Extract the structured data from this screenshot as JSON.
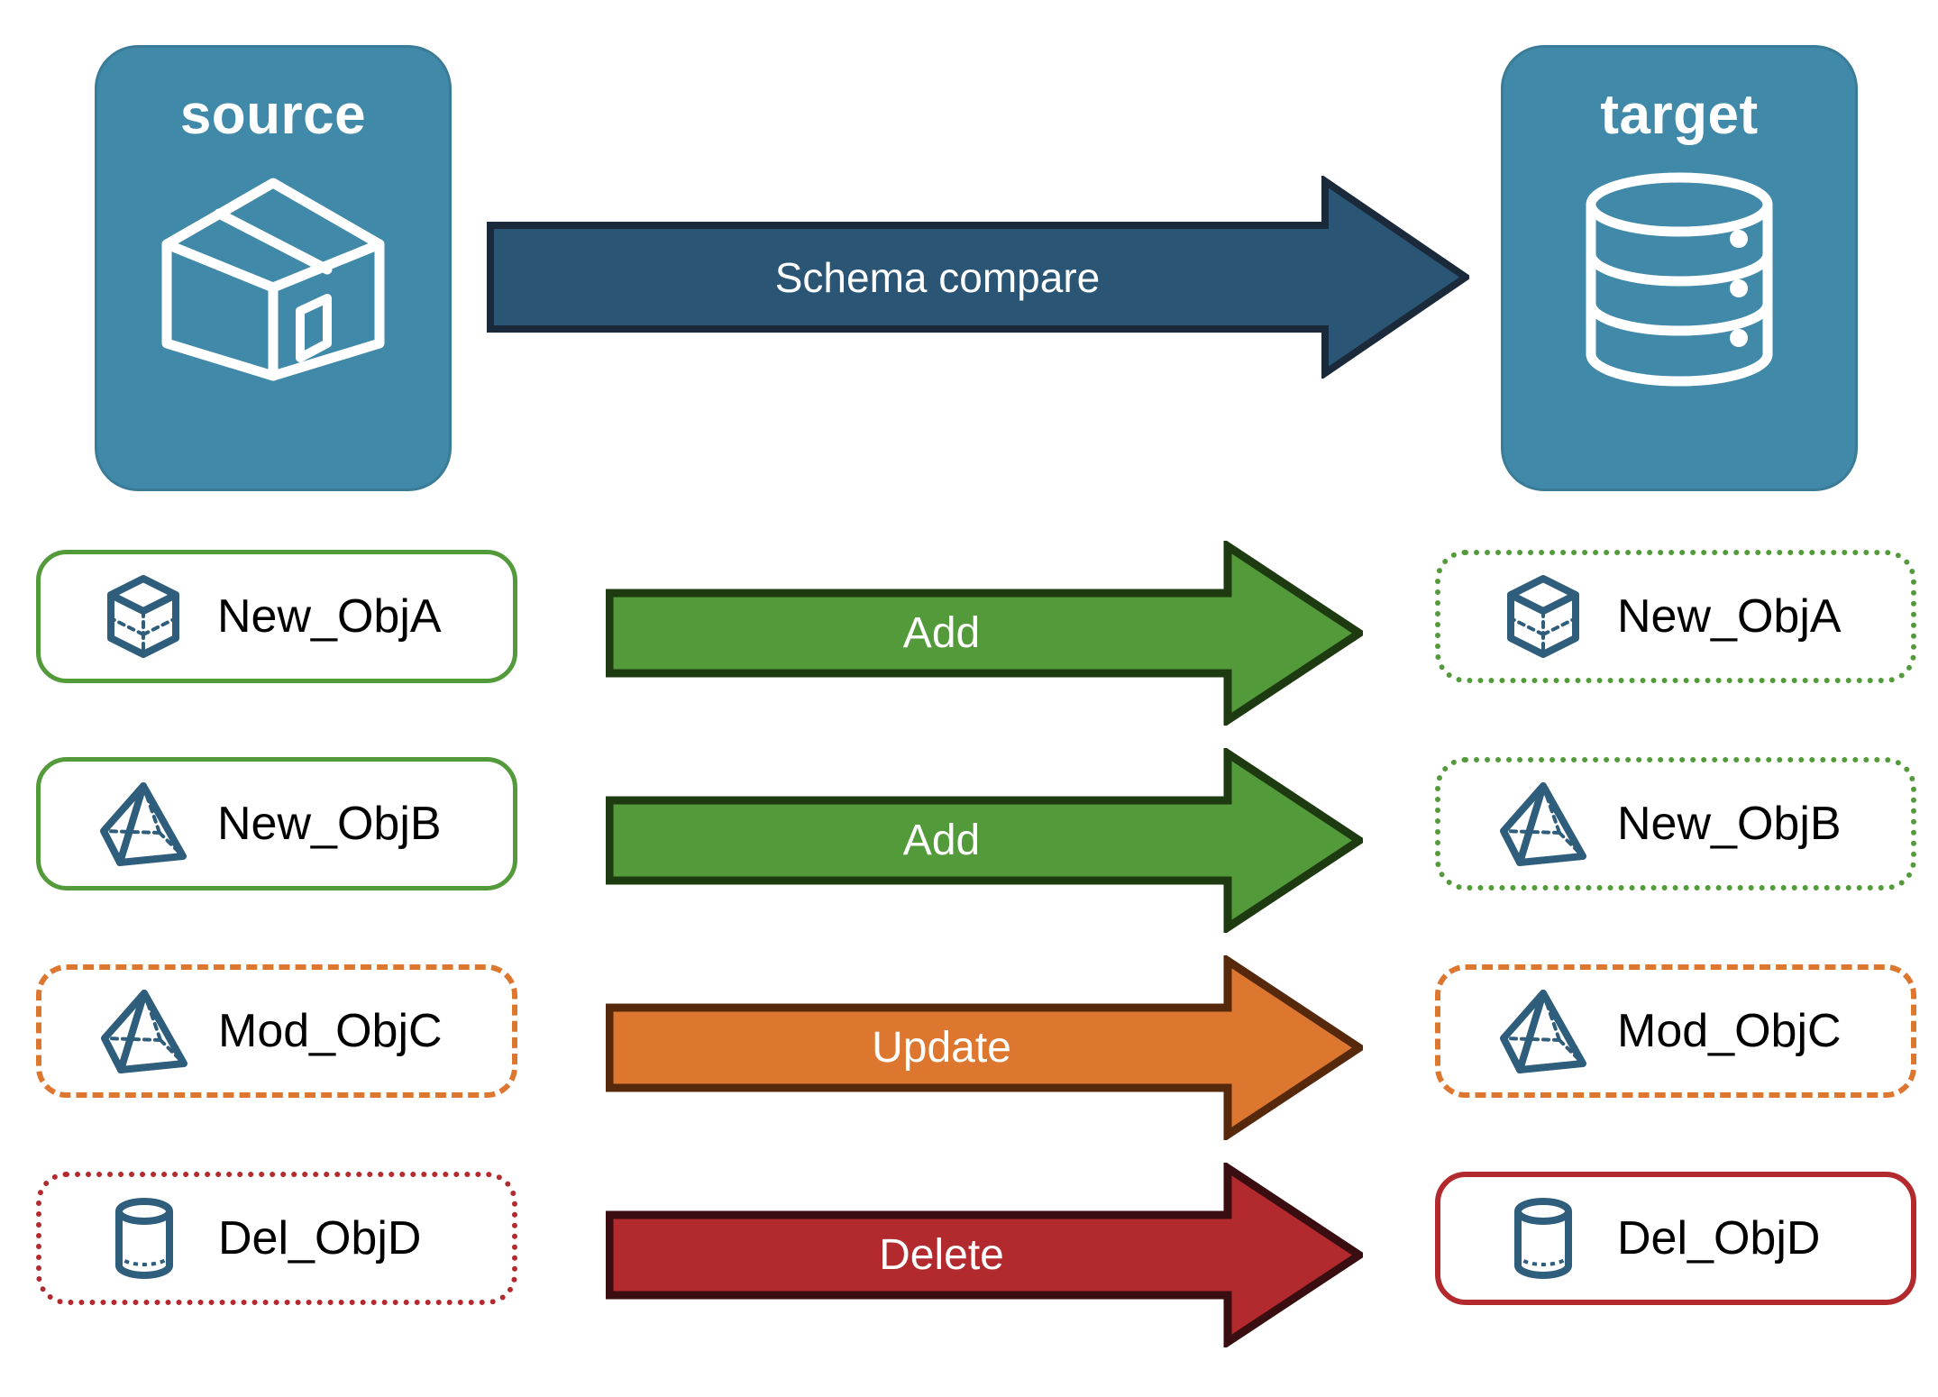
{
  "diagram": {
    "title": "Schema compare source to target",
    "colors": {
      "panel_fill": "#4189A8",
      "compare_arrow_fill": "#2B5574",
      "compare_arrow_stroke": "#1A2A3A",
      "add_fill": "#539A3A",
      "add_stroke": "#1E3A11",
      "update_fill": "#DD7730",
      "update_stroke": "#56290D",
      "delete_fill": "#B2292E",
      "delete_stroke": "#3A0E10",
      "object_icon": "#2F5D7C",
      "text_dark": "#000000",
      "text_light": "#FFFFFF"
    }
  },
  "endpoints": {
    "source": {
      "title": "source",
      "icon": "package-box-icon"
    },
    "target": {
      "title": "target",
      "icon": "database-cylinder-icon"
    }
  },
  "compare": {
    "label": "Schema compare"
  },
  "rows": [
    {
      "action": "Add",
      "action_color": "#539A3A",
      "source": {
        "label": "New_ObjA",
        "icon": "cube-wireframe-icon",
        "border": "solid-green"
      },
      "target": {
        "label": "New_ObjA",
        "icon": "cube-wireframe-icon",
        "border": "dotted-green"
      }
    },
    {
      "action": "Add",
      "action_color": "#539A3A",
      "source": {
        "label": "New_ObjB",
        "icon": "pyramid-wireframe-icon",
        "border": "solid-green"
      },
      "target": {
        "label": "New_ObjB",
        "icon": "pyramid-wireframe-icon",
        "border": "dotted-green"
      }
    },
    {
      "action": "Update",
      "action_color": "#DD7730",
      "source": {
        "label": "Mod_ObjC",
        "icon": "pyramid-wireframe-icon",
        "border": "dashed-orange"
      },
      "target": {
        "label": "Mod_ObjC",
        "icon": "pyramid-wireframe-icon",
        "border": "dashed-orange"
      }
    },
    {
      "action": "Delete",
      "action_color": "#B2292E",
      "source": {
        "label": "Del_ObjD",
        "icon": "cylinder-icon",
        "border": "dotted-red"
      },
      "target": {
        "label": "Del_ObjD",
        "icon": "cylinder-icon",
        "border": "solid-red"
      }
    }
  ]
}
